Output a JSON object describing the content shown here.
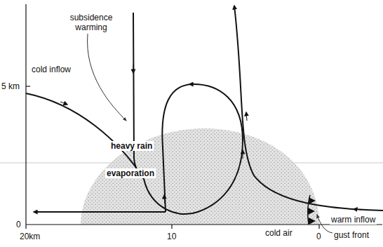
{
  "diagram": {
    "labels": [
      "subsidence warming",
      "5 km",
      "cold inflow",
      "heavy rain",
      "evaporation",
      "0",
      "20km",
      "10",
      "cold air",
      "0",
      "gust front",
      "warm inflow"
    ]
  }
}
